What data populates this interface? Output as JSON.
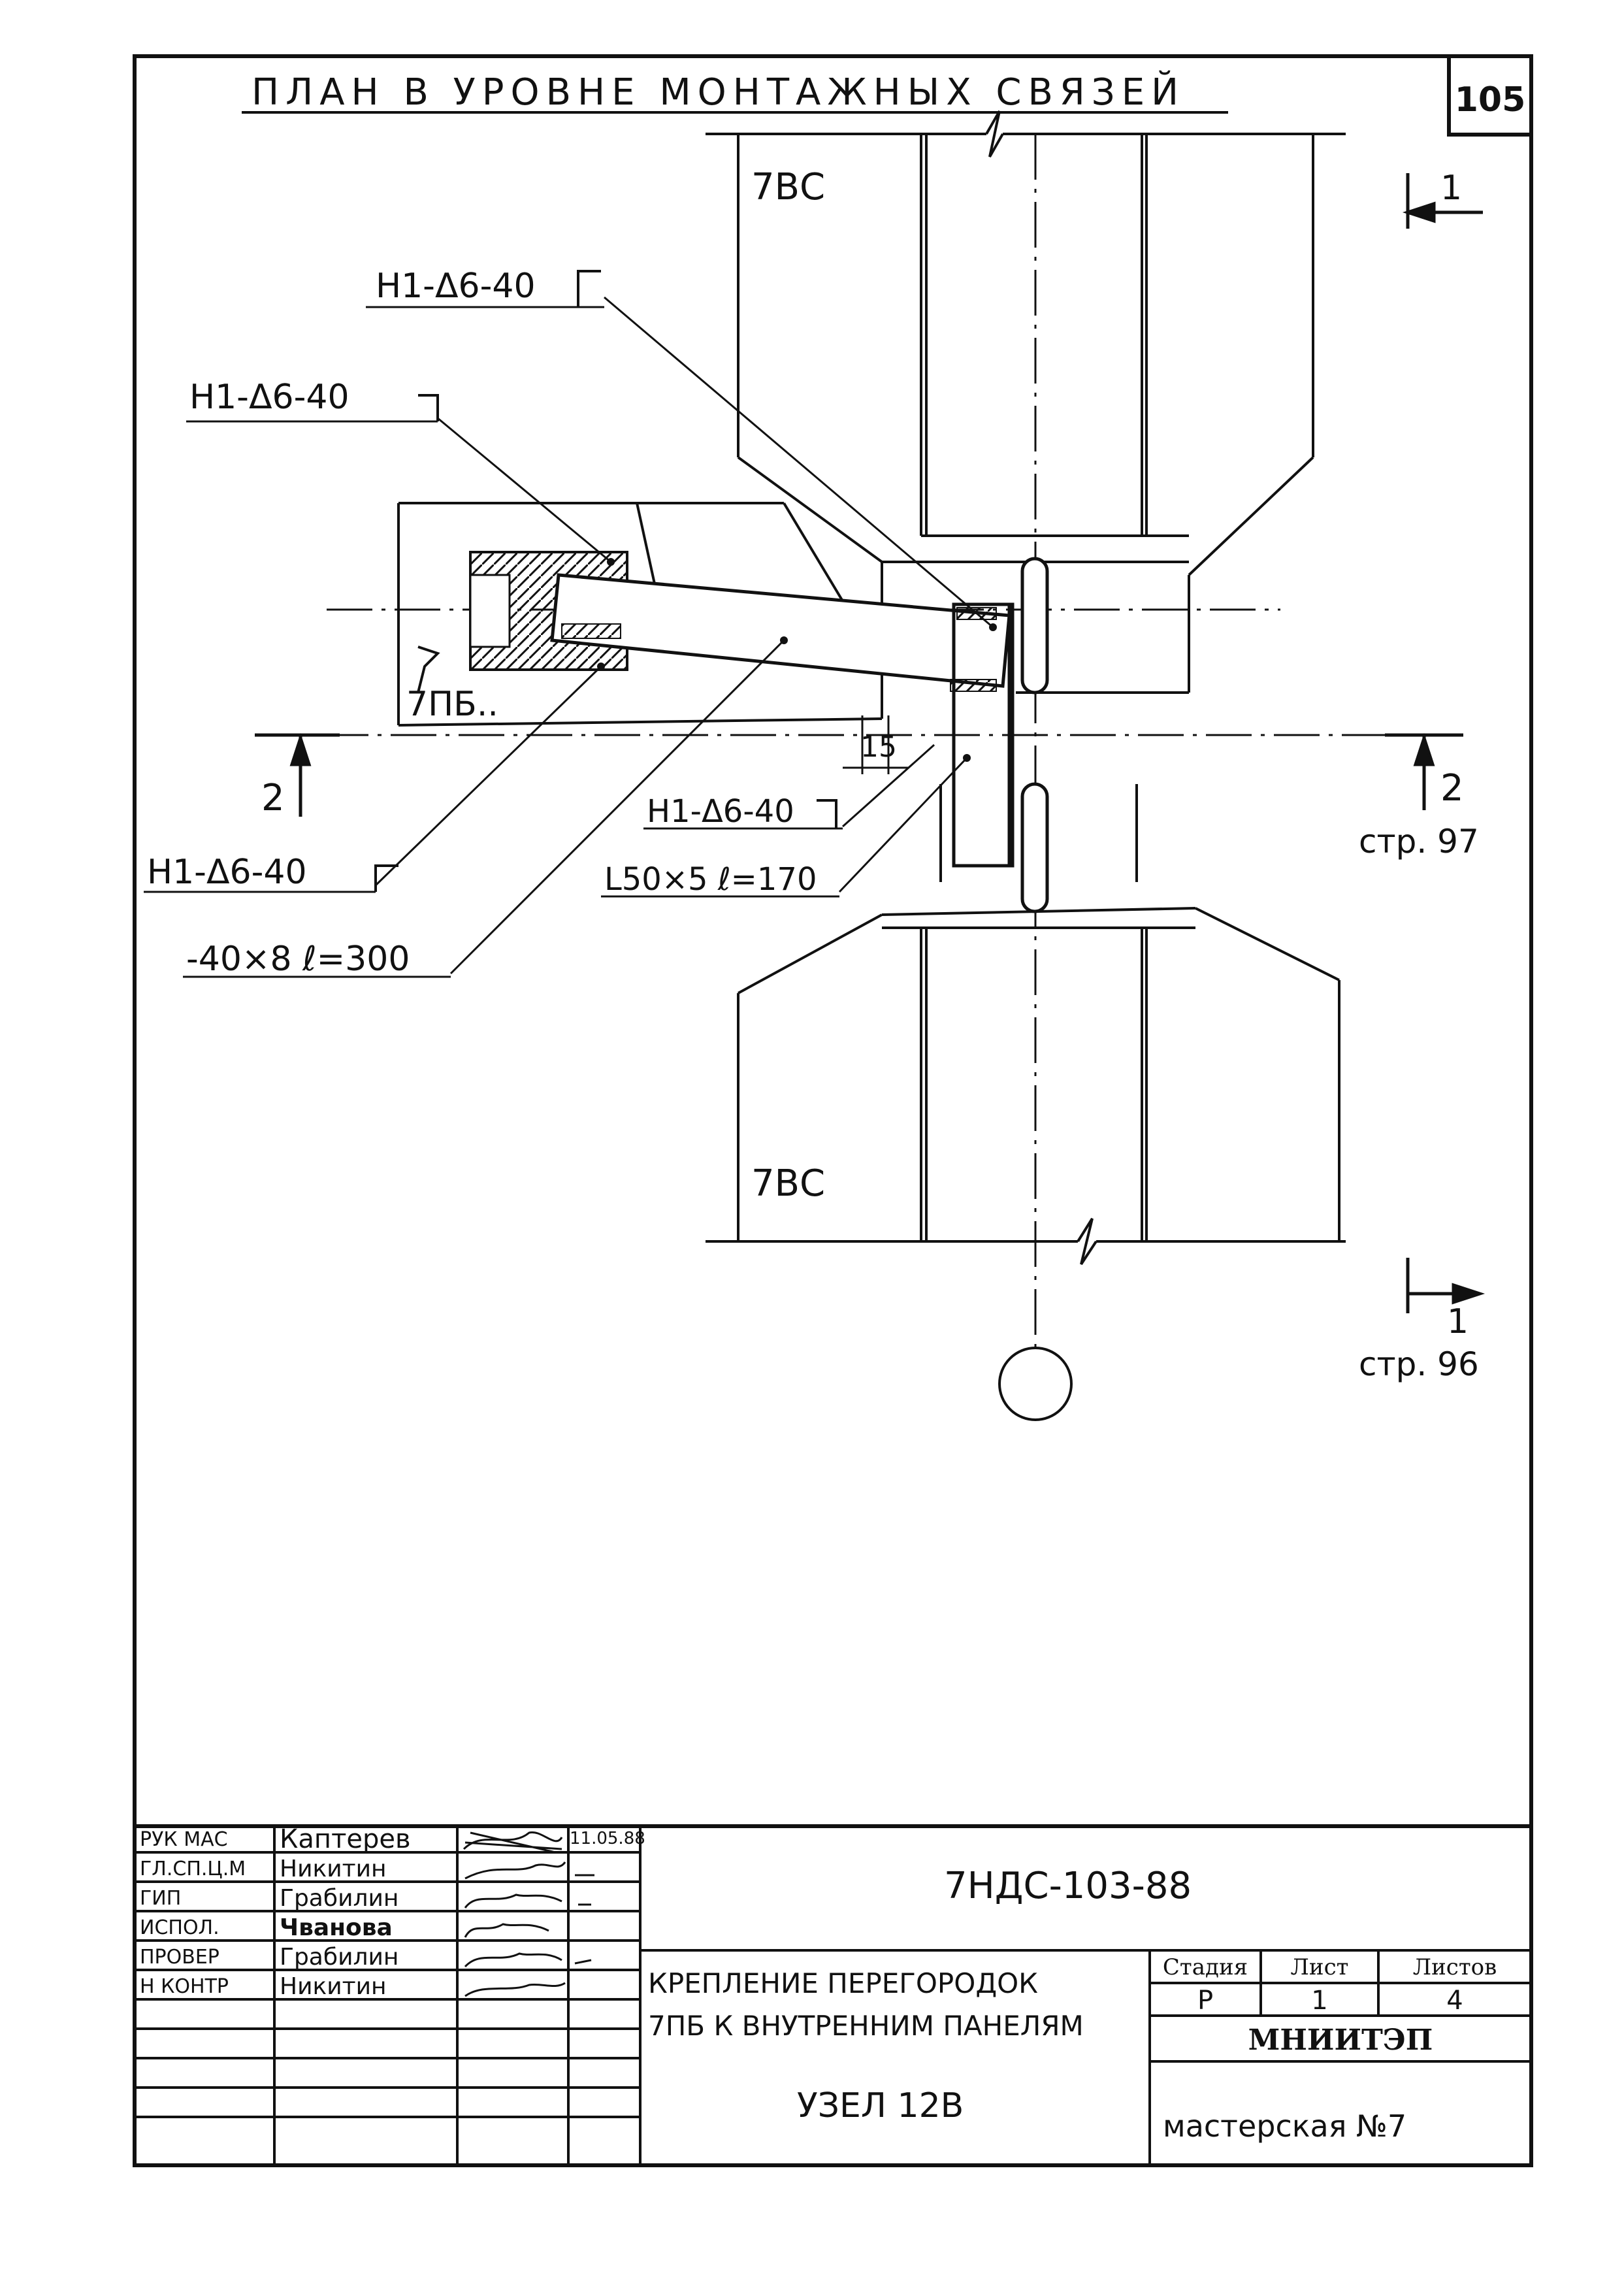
{
  "sheet": {
    "title": "ПЛАН В УРОВНЕ МОНТАЖНЫХ СВЯЗЕЙ",
    "page_number": "105"
  },
  "drawing": {
    "panel_top_label": "7ВС",
    "panel_bottom_label": "7ВС",
    "partition_label": "7ПБ..",
    "callout_h1_a": "Н1-Δ6-40",
    "callout_h1_b": "Н1-Δ6-40",
    "callout_h1_c": "Н1-Δ6-40",
    "callout_h1_d": "Н1-Δ6-40",
    "callout_plate": "-40×8 ℓ=300",
    "callout_angle": "L50×5 ℓ=170",
    "dim_15": "15",
    "section_1_top": "1",
    "section_1_bottom": "1",
    "section_1_ref": "стр. 96",
    "section_2_left": "2",
    "section_2_right": "2",
    "section_2_ref": "стр. 97"
  },
  "title_block": {
    "rows": [
      {
        "role": "РУК МАС",
        "name": "Каптерев",
        "date": "11.05.88"
      },
      {
        "role": "ГЛ.СП.Ц.М",
        "name": "Никитин",
        "date": ""
      },
      {
        "role": "ГИП",
        "name": "Грабилин",
        "date": ""
      },
      {
        "role": "ИСПОЛ.",
        "name": "Чванова",
        "date": ""
      },
      {
        "role": "ПРОВЕР",
        "name": "Грабилин",
        "date": ""
      },
      {
        "role": "Н КОНТР",
        "name": "Никитин",
        "date": ""
      }
    ],
    "code": "7НДС-103-88",
    "description_line1": "КРЕПЛЕНИЕ ПЕРЕГОРОДОК",
    "description_line2": "7ПБ К ВНУТРЕННИМ ПАНЕЛЯМ",
    "node": "УЗЕЛ 12В",
    "stage_header": "Стадия",
    "sheet_header": "Лист",
    "sheets_header": "Листов",
    "stage_value": "Р",
    "sheet_value": "1",
    "sheets_value": "4",
    "organization": "МНИИТЭП",
    "workshop": "мастерская №7"
  }
}
